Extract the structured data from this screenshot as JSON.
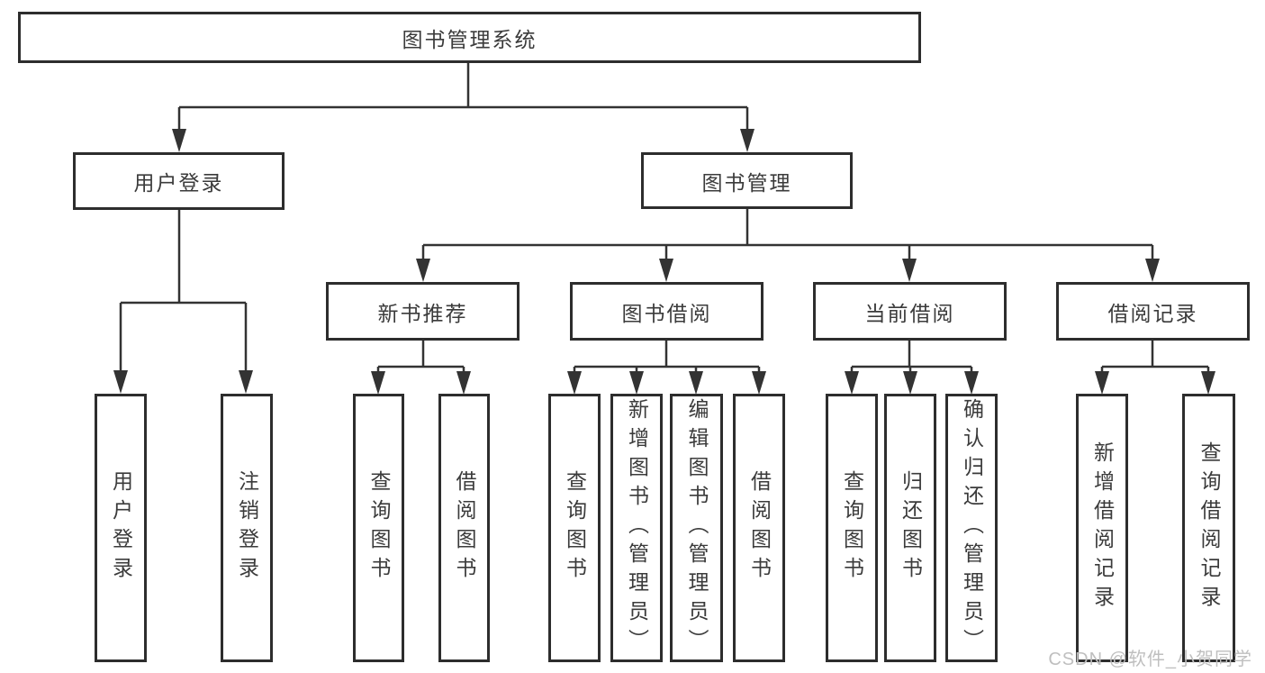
{
  "diagram": {
    "tree": {
      "root": "图书管理系统",
      "branches": [
        {
          "label": "用户登录",
          "leaves": [
            "用户登录",
            "注销登录"
          ]
        },
        {
          "label": "图书管理",
          "groups": [
            {
              "label": "新书推荐",
              "leaves": [
                "查询图书",
                "借阅图书"
              ]
            },
            {
              "label": "图书借阅",
              "leaves": [
                "查询图书",
                "新增图书（管理员）",
                "编辑图书（管理员）",
                "借阅图书"
              ]
            },
            {
              "label": "当前借阅",
              "leaves": [
                "查询图书",
                "归还图书",
                "确认归还（管理员）"
              ]
            },
            {
              "label": "借阅记录",
              "leaves": [
                "新增借阅记录",
                "查询借阅记录"
              ]
            }
          ]
        }
      ]
    },
    "colors": {
      "line": "#333333",
      "border": "#2d2d2d",
      "text": "#3b3b3b",
      "watermark_text": "#bfbfbf",
      "background": "#ffffff"
    },
    "watermark": "CSDN @软件_小贺同学"
  }
}
